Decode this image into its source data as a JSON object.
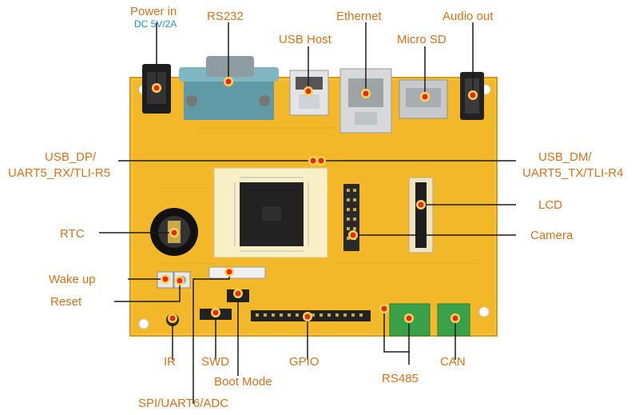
{
  "labels": {
    "power_in": "Power in",
    "power_spec": "DC 5V/2A",
    "rs232": "RS232",
    "usb_host": "USB Host",
    "ethernet": "Ethernet",
    "micro_sd": "Micro SD",
    "audio_out": "Audio out",
    "usb_dp_line1": "USB_DP/",
    "usb_dp_line2": "UART5_RX/TLI-R5",
    "usb_dm_line1": "USB_DM/",
    "usb_dm_line2": "UART5_TX/TLI-R4",
    "lcd": "LCD",
    "camera": "Camera",
    "rtc": "RTC",
    "wake_up": "Wake up",
    "reset": "Reset",
    "ir": "IR",
    "swd": "SWD",
    "boot_mode": "Boot Mode",
    "gpio": "GPIO",
    "rs485": "RS485",
    "can": "CAN",
    "spi_uart6_adc": "SPI/UART6/ADC"
  },
  "colors": {
    "label": "#d9711a",
    "spec": "#1f8fd1",
    "board": "#f2b82a",
    "board_edge": "#d99a17",
    "leader": "#1a1a1a",
    "marker_fill": "#e8262a",
    "marker_ring": "#ffd84a"
  }
}
